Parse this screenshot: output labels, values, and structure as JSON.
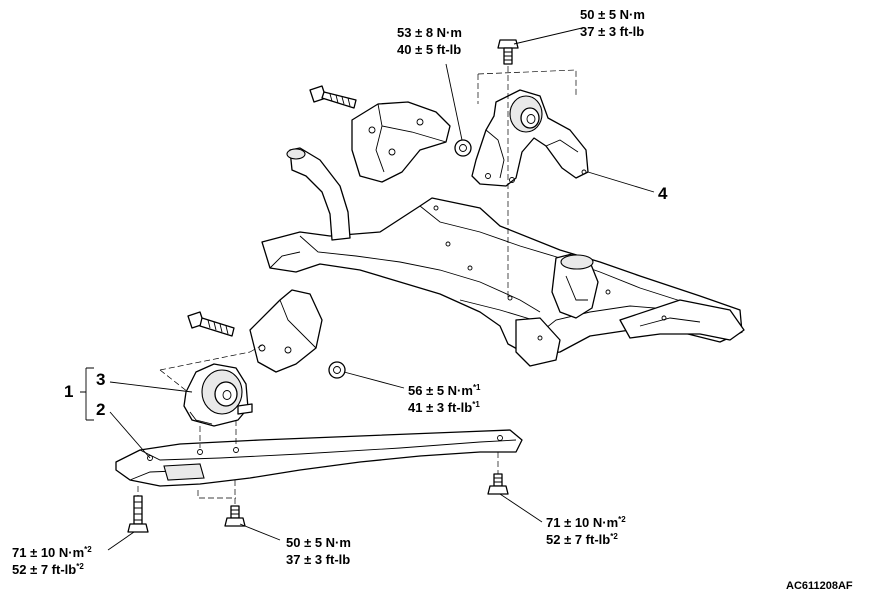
{
  "torques": {
    "t_top_left": {
      "nm": "53 ± 8 N·m",
      "ftlb": "40 ± 5 ft-lb"
    },
    "t_top_right": {
      "nm": "50 ± 5 N·m",
      "ftlb": "37 ± 3 ft-lb"
    },
    "t_mid_right": {
      "nm": "56 ± 5 N·m",
      "nm_sup": "*1",
      "ftlb": "41 ± 3 ft-lb",
      "ftlb_sup": "*1"
    },
    "t_bot_left": {
      "nm": "71 ± 10 N·m",
      "nm_sup": "*2",
      "ftlb": "52 ± 7 ft-lb",
      "ftlb_sup": "*2"
    },
    "t_bot_center": {
      "nm": "50 ± 5 N·m",
      "ftlb": "37 ± 3 ft-lb"
    },
    "t_bot_right": {
      "nm": "71 ± 10 N·m",
      "nm_sup": "*2",
      "ftlb": "52 ± 7 ft-lb",
      "ftlb_sup": "*2"
    }
  },
  "callouts": {
    "group_1": "1",
    "part_2": "2",
    "part_3": "3",
    "part_4": "4"
  },
  "figure_code": "AC611208AF"
}
